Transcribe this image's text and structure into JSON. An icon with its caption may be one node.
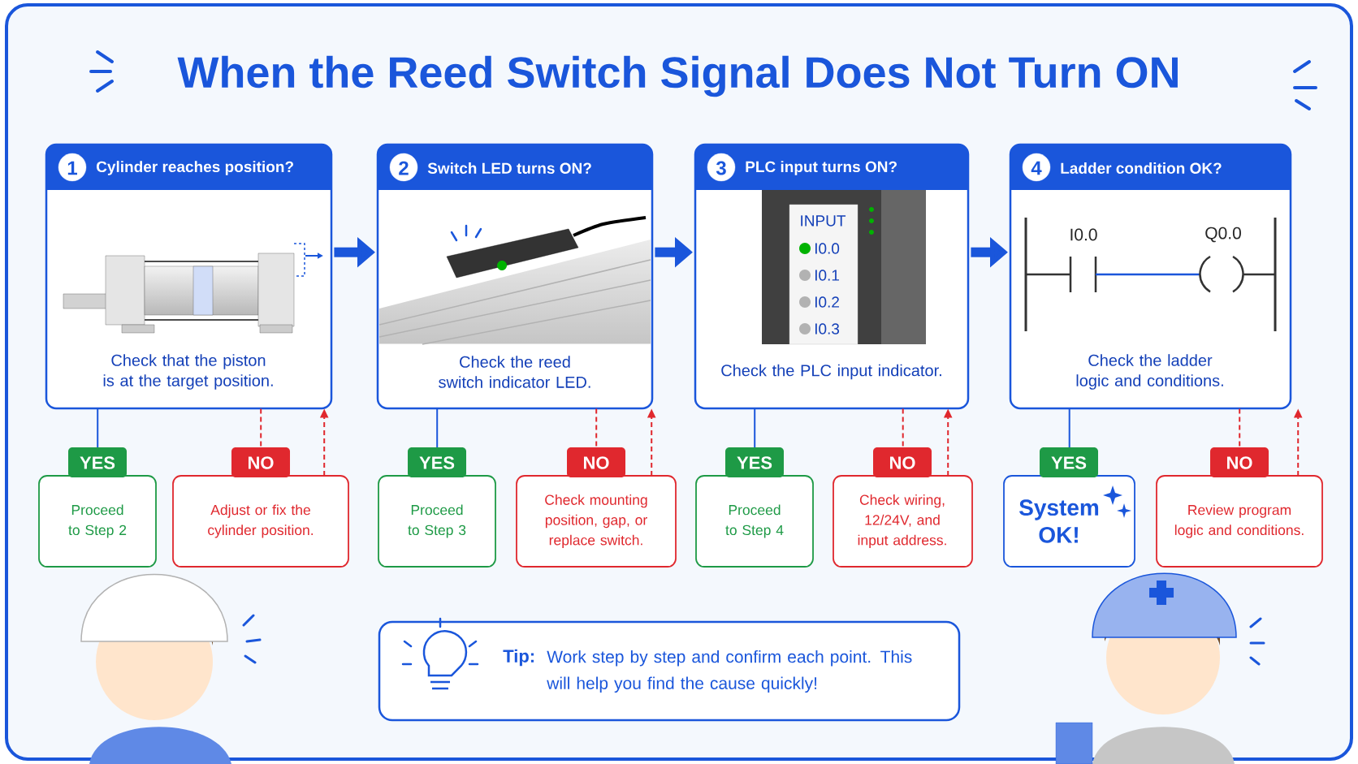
{
  "diagram": {
    "title": "When the Reed Switch Signal Does Not Turn ON",
    "nodes": [
      {
        "text": [
          "1",
          "Cylinder reaches position?",
          "Check that the piston is at the target position."
        ]
      },
      {
        "text": [
          "2",
          "Switch LED turns ON?",
          "Check the reed switch indicator LED."
        ]
      },
      {
        "text": [
          "3",
          "PLC input turns ON?",
          "Check the PLC input indicator."
        ]
      },
      {
        "text": [
          "4",
          "Ladder condition OK?",
          "Check the ladder logic and conditions."
        ]
      },
      {
        "text": [
          "YES",
          "Proceed to Step 2"
        ]
      },
      {
        "text": [
          "NO",
          "Adjust or fix the cylinder position."
        ]
      },
      {
        "text": [
          "YES",
          "Proceed to Step 3"
        ]
      },
      {
        "text": [
          "NO",
          "Check mounting position, gap, or replace switch."
        ]
      },
      {
        "text": [
          "YES",
          "Proceed to Step 4"
        ]
      },
      {
        "text": [
          "NO",
          "Check wiring, 12/24V, and input address."
        ]
      },
      {
        "text": [
          "YES",
          "System OK!"
        ]
      },
      {
        "text": [
          "NO",
          "Review program logic and conditions."
        ]
      },
      {
        "text": [
          "Tip:",
          "Work step by step and confirm each point. This will help you find the cause quickly!"
        ]
      }
    ],
    "edges": [
      {
        "from": 0,
        "to": 1,
        "arrow": "to",
        "style": "thick",
        "color": "#1a56db"
      },
      {
        "from": 1,
        "to": 2,
        "arrow": "to",
        "style": "thick",
        "color": "#1a56db"
      },
      {
        "from": 2,
        "to": 3,
        "arrow": "to",
        "style": "thick",
        "color": "#1a56db"
      },
      {
        "from": 0,
        "to": 4,
        "arrow": "none",
        "color": "#1a56db"
      },
      {
        "from": 0,
        "to": 5,
        "arrow": "none",
        "style": "dashed"
      },
      {
        "from": 5,
        "to": 0,
        "arrow": "to",
        "style": "dashed"
      },
      {
        "from": 1,
        "to": 6,
        "arrow": "none",
        "color": "#1a56db"
      },
      {
        "from": 1,
        "to": 7,
        "arrow": "none",
        "style": "dashed"
      },
      {
        "from": 7,
        "to": 1,
        "arrow": "to",
        "style": "dashed"
      },
      {
        "from": 2,
        "to": 8,
        "arrow": "none",
        "color": "#1a56db"
      },
      {
        "from": 2,
        "to": 9,
        "arrow": "none",
        "style": "dashed"
      },
      {
        "from": 9,
        "to": 2,
        "arrow": "to",
        "style": "dashed"
      },
      {
        "from": 3,
        "to": 10,
        "arrow": "none",
        "color": "#1a56db"
      },
      {
        "from": 3,
        "to": 11,
        "arrow": "none",
        "style": "dashed"
      },
      {
        "from": 11,
        "to": 3,
        "arrow": "to",
        "style": "dashed"
      }
    ],
    "labels": [
      "INPUT",
      "I0.0",
      "I0.1",
      "I0.2",
      "I0.3",
      "I0.0",
      "Q0.0"
    ]
  }
}
